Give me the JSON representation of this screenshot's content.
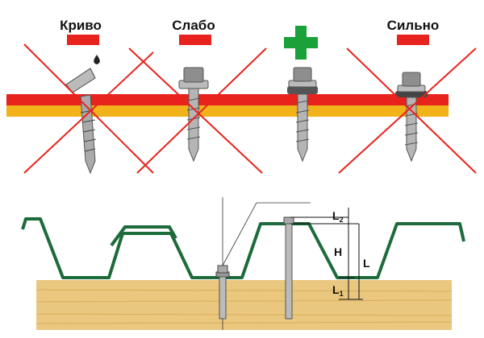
{
  "top": {
    "labels": [
      "Криво",
      "Слабо",
      "",
      "Сильно"
    ],
    "marks": [
      "red-bar",
      "red-bar",
      "green-plus",
      "red-bar"
    ],
    "colors": {
      "wrong": "#e8231d",
      "right": "#1aa13a",
      "sheet_top": "#e8231d",
      "sheet_bottom": "#f2b21a"
    }
  },
  "bottom": {
    "dims": {
      "L2": "L",
      "L2_sub": "2",
      "H": "H",
      "L": "L",
      "L1": "L",
      "L1_sub": "1"
    },
    "colors": {
      "profile": "#1d6b3a",
      "wood": "#e9c77f"
    }
  }
}
